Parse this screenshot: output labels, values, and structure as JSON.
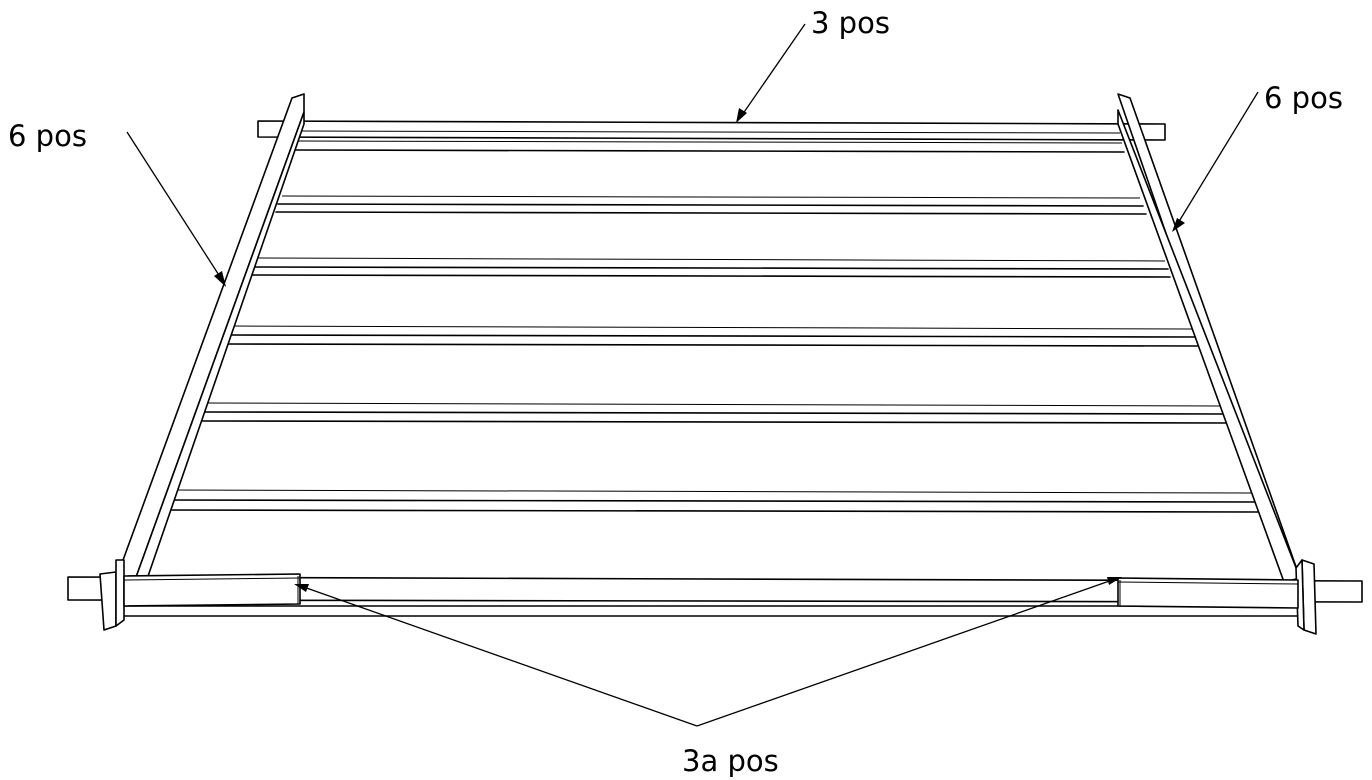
{
  "labels": {
    "top_rail": "3 pos",
    "left_rail": "6 pos",
    "right_rail": "6 pos",
    "bottom_rails": "3a pos"
  }
}
